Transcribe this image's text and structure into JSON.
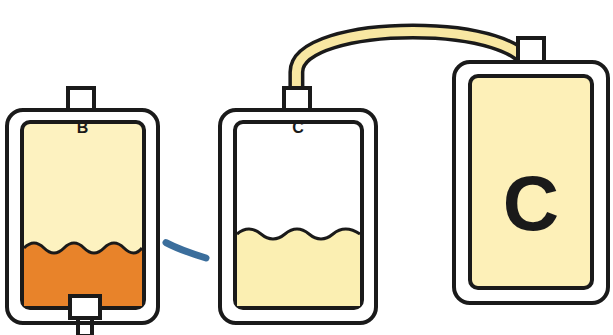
{
  "diagram": {
    "nodes": [
      {
        "text": [
          "B"
        ]
      },
      {
        "text": [
          "C"
        ]
      },
      {
        "text": [
          "C"
        ]
      }
    ],
    "edges": [
      {
        "from": 0,
        "to": 1,
        "arrow": "none"
      },
      {
        "from": 1,
        "to": 2,
        "arrow": "to"
      }
    ]
  }
}
